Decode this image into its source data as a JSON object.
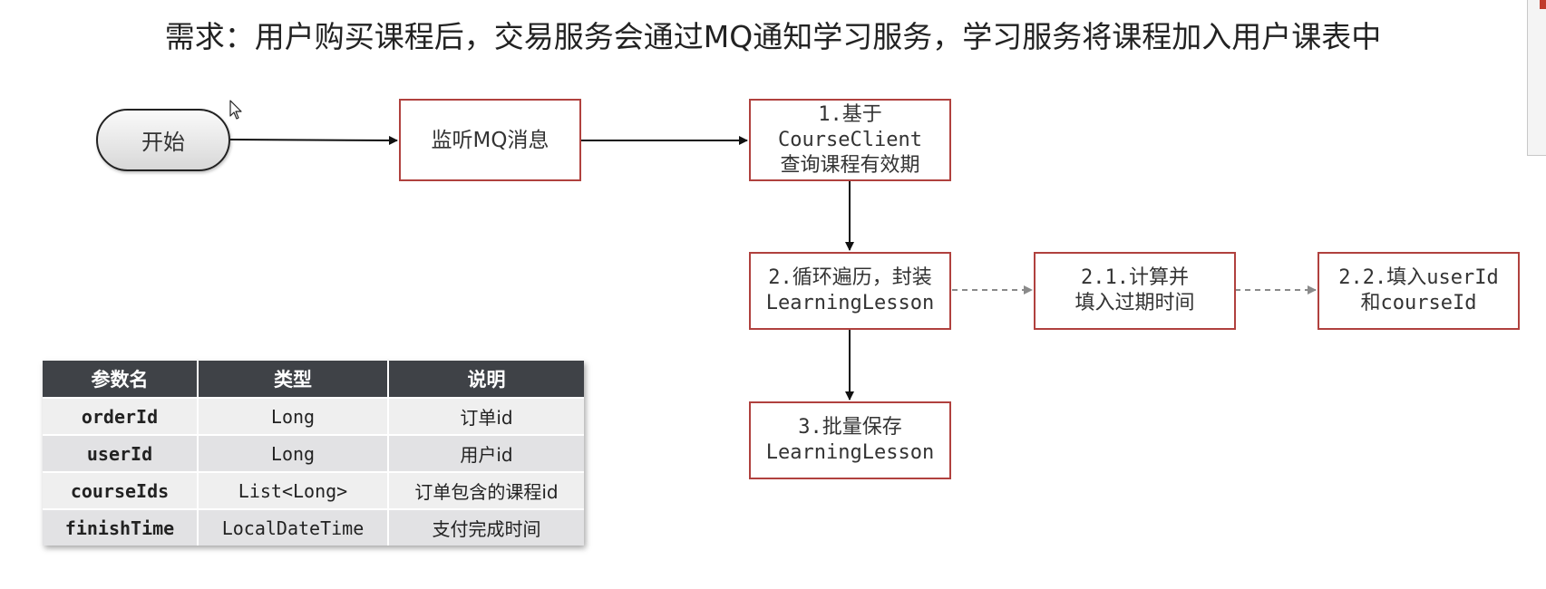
{
  "title": "需求：用户购买课程后，交易服务会通过MQ通知学习服务，学习服务将课程加入用户课表中",
  "flow": {
    "start": "开始",
    "listen": "监听MQ消息",
    "step1": "1.基于\nCourseClient\n查询课程有效期",
    "step2": "2.循环遍历，封装\nLearningLesson",
    "step2_1": "2.1.计算并\n填入过期时间",
    "step2_2": "2.2.填入userId\n和courseId",
    "step3": "3.批量保存\nLearningLesson"
  },
  "table": {
    "headers": [
      "参数名",
      "类型",
      "说明"
    ],
    "rows": [
      {
        "name": "orderId",
        "type": "Long",
        "desc": "订单id"
      },
      {
        "name": "userId",
        "type": "Long",
        "desc": "用户id"
      },
      {
        "name": "courseIds",
        "type": "List<Long>",
        "desc": "订单包含的课程id"
      },
      {
        "name": "finishTime",
        "type": "LocalDateTime",
        "desc": "支付完成时间"
      }
    ]
  },
  "colors": {
    "box_border": "#b0413e",
    "header_bg": "#3f4247",
    "arrow": "#111111",
    "dashed_arrow": "#8a8a8a"
  },
  "icons": {
    "cursor": "mouse-pointer-icon"
  }
}
